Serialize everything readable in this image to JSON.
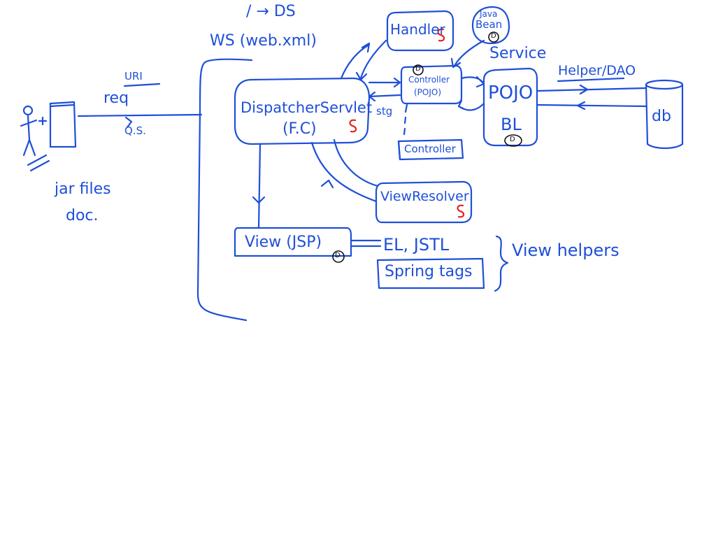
{
  "colors": {
    "ink": "#1f4fd8",
    "accent": "#e0261d",
    "marker": "#111111",
    "background": "#ffffff"
  },
  "notes": {
    "ds_mapping": "/ → DS",
    "ws": "WS (web.xml)",
    "uri": "URI",
    "req": "req",
    "qs": "Q.S.",
    "jar_files": "jar files",
    "doc": "doc.",
    "stg": "stg",
    "service": "Service",
    "helper_dao": "Helper/DAO",
    "view_helpers": "View helpers"
  },
  "nodes": {
    "dispatcher_servlet": {
      "label": "DispatcherServlet",
      "sub": "(F.C)",
      "mark": "S"
    },
    "handler": {
      "label": "Handler",
      "mark": "S"
    },
    "java_bean": {
      "line1": "Java",
      "line2": "Bean",
      "badge": "D"
    },
    "controller_pojo": {
      "line1": "Controller",
      "line2": "(POJO)",
      "badge": "D"
    },
    "controller2": {
      "label": "Controller"
    },
    "pojo_bl": {
      "line1": "POJO",
      "line2": "BL",
      "badge": "D"
    },
    "db": {
      "label": "db"
    },
    "view_resolver": {
      "label": "ViewResolver",
      "mark": "S"
    },
    "view_jsp": {
      "label": "View (JSP)",
      "badge": "D"
    },
    "el_jstl": {
      "label": "EL, JSTL"
    },
    "spring_tags": {
      "label": "Spring tags"
    }
  }
}
